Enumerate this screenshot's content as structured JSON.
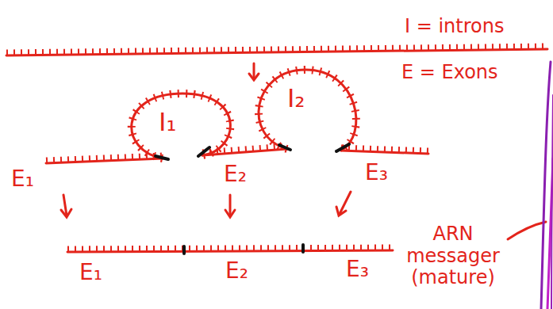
{
  "diagram": {
    "labels": [
      "I = introns",
      "E = Exons",
      "I₁",
      "I₂",
      "E₁",
      "E₂",
      "E₃",
      "ARN messager (mature)",
      "E₁",
      "E₂",
      "E₃"
    ]
  }
}
